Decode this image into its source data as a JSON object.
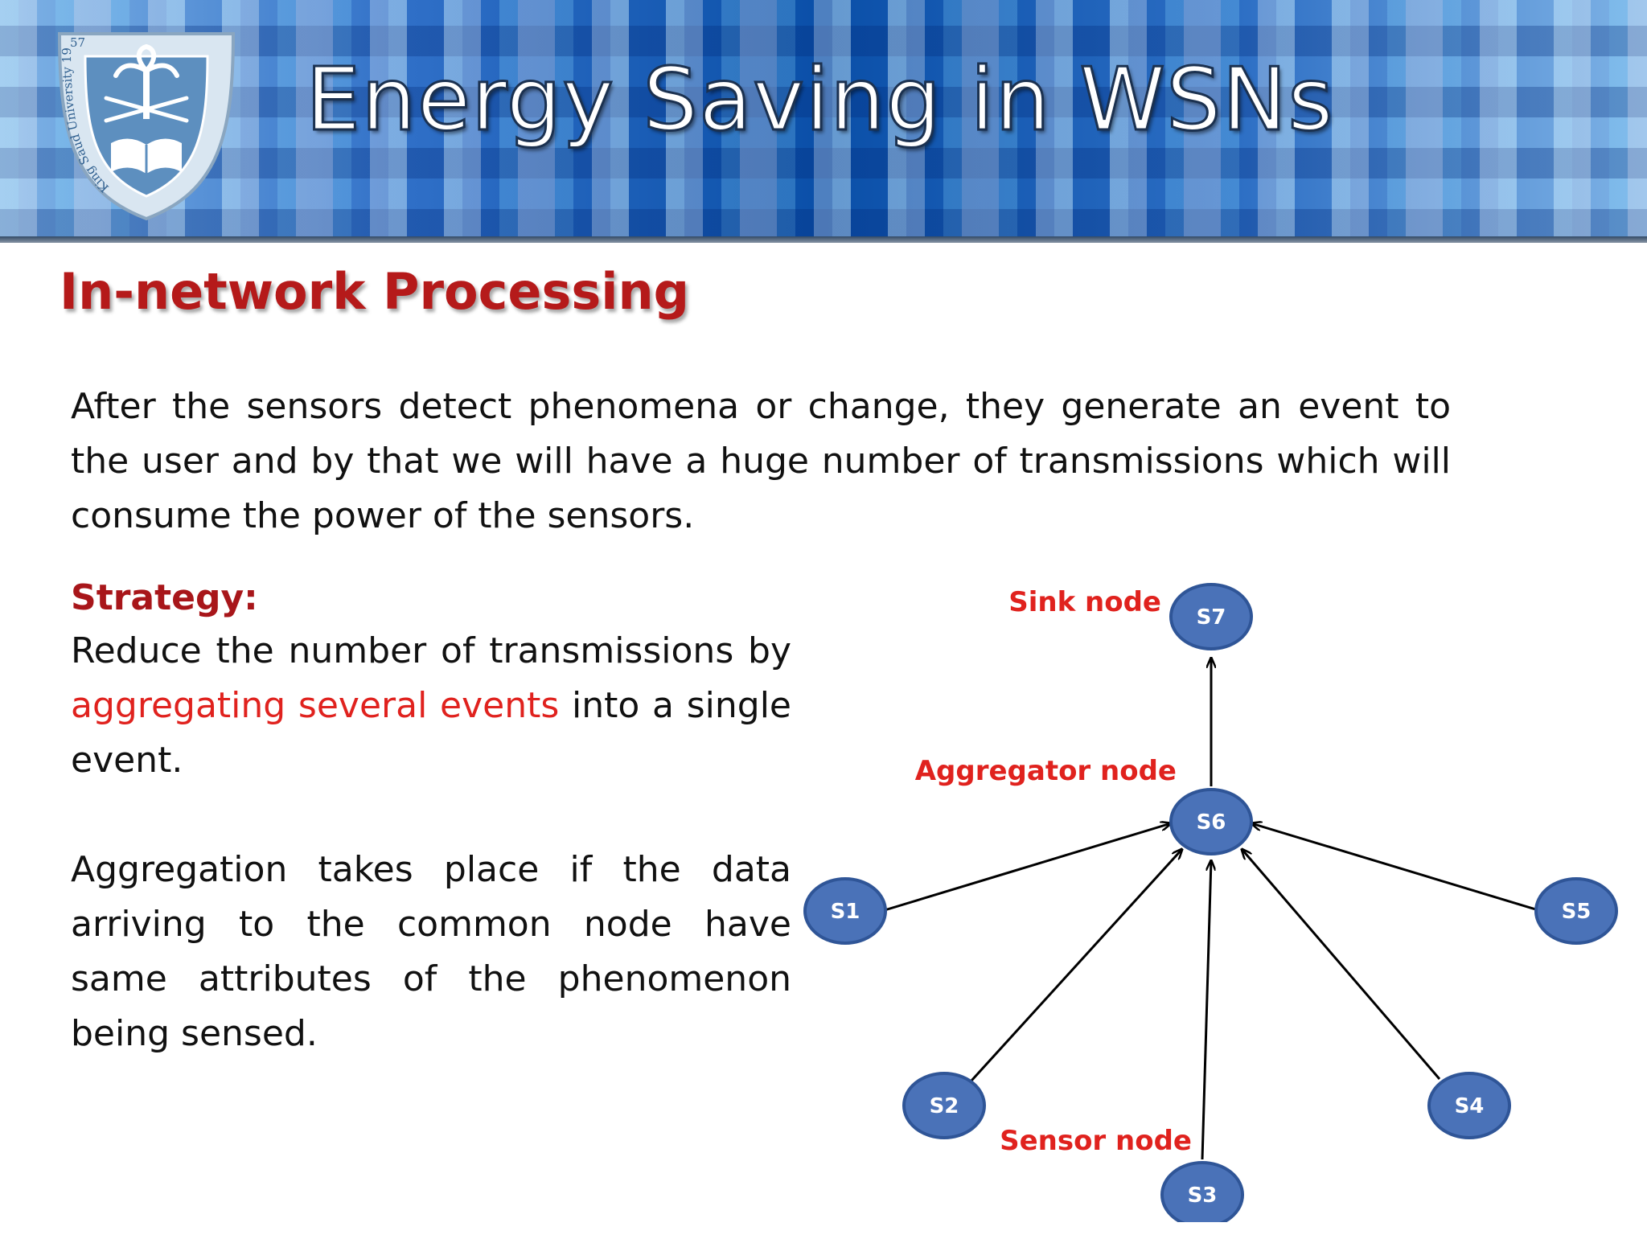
{
  "header": {
    "title": "Energy Saving in WSNs",
    "logo_text": "King Saud University 1957"
  },
  "section": {
    "title": "In-network Processing"
  },
  "intro": {
    "text": "After the sensors detect phenomena or change, they generate an event to the user and by that we will have a huge number of transmissions which will consume the power of the sensors."
  },
  "strategy": {
    "label": "Strategy:",
    "text_before": "Reduce the number of transmissions by ",
    "highlight": "aggregating several events",
    "text_after": " into a single event."
  },
  "aggregation": {
    "text": "Aggregation takes place if the data arriving to the common node have same attributes of the phenomenon being sensed."
  },
  "diagram": {
    "nodes": [
      "S1",
      "S2",
      "S3",
      "S4",
      "S5",
      "S6",
      "S7"
    ],
    "edges": [
      [
        "S1",
        "S6"
      ],
      [
        "S2",
        "S6"
      ],
      [
        "S3",
        "S6"
      ],
      [
        "S4",
        "S6"
      ],
      [
        "S5",
        "S6"
      ],
      [
        "S6",
        "S7"
      ]
    ],
    "labels": {
      "sink": "Sink node",
      "aggregator": "Aggregator node",
      "sensor": "Sensor node"
    },
    "colors": {
      "node_fill": "#4a72b8",
      "node_stroke": "#2f5597",
      "label": "#e0221e"
    }
  }
}
